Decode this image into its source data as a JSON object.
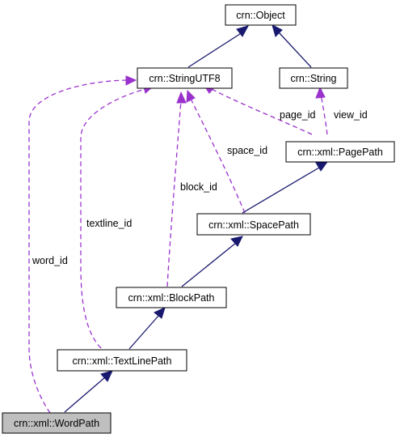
{
  "diagram": {
    "nodes": {
      "object": "crn::Object",
      "string_utf8": "crn::StringUTF8",
      "string": "crn::String",
      "page_path": "crn::xml::PagePath",
      "space_path": "crn::xml::SpacePath",
      "block_path": "crn::xml::BlockPath",
      "text_line_path": "crn::xml::TextLinePath",
      "word_path": "crn::xml::WordPath"
    },
    "edge_labels": {
      "page_id": "page_id",
      "view_id": "view_id",
      "space_id": "space_id",
      "block_id": "block_id",
      "textline_id": "textline_id",
      "word_id": "word_id"
    },
    "colors": {
      "inheritance": "#191970",
      "member": "#9a32cd",
      "highlight_fill": "#bfbfbf"
    }
  }
}
